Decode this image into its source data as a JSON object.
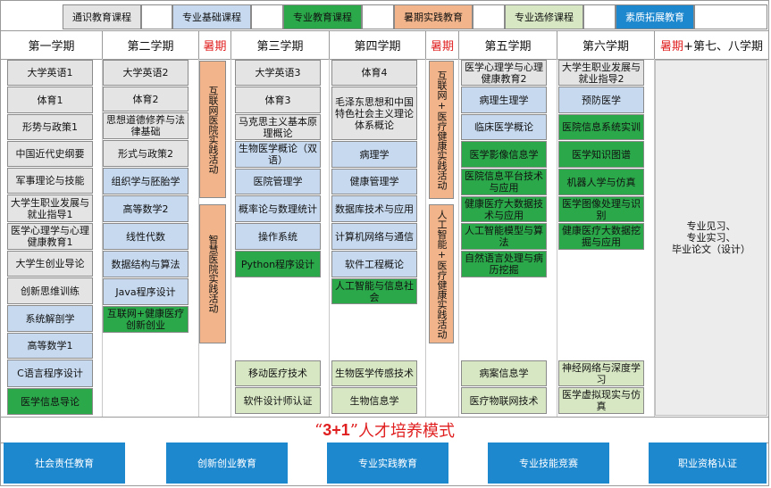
{
  "categories": [
    {
      "label": "通识教育课程"
    },
    {
      "label": "专业基础课程"
    },
    {
      "label": "专业教育课程"
    },
    {
      "label": "暑期实践教育"
    },
    {
      "label": "专业选修课程"
    },
    {
      "label": "素质拓展教育"
    }
  ],
  "semesters": {
    "s1": "第一学期",
    "s2": "第二学期",
    "summer1": "暑期",
    "s3": "第三学期",
    "s4": "第四学期",
    "summer2": "暑期",
    "s5": "第五学期",
    "s6": "第六学期",
    "s78_red": "暑期",
    "s78_rest": "+第七、八学期"
  },
  "col1": [
    "大学英语1",
    "体育1",
    "形势与政策1",
    "中国近代史纲要",
    "军事理论与技能",
    "大学生职业发展与就业指导1",
    "医学心理学与心理健康教育1",
    "大学生创业导论",
    "创新思维训练",
    "系统解剖学",
    "高等数学1",
    "C语言程序设计",
    "医学信息导论"
  ],
  "col2": [
    "大学英语2",
    "体育2",
    "思想道德修养与法律基础",
    "形式与政策2",
    "组织学与胚胎学",
    "高等数学2",
    "线性代数",
    "数据结构与算法",
    "Java程序设计",
    "互联网+健康医疗创新创业"
  ],
  "summerA": [
    "互联网医院实践活动",
    "智慧医院实践活动"
  ],
  "col3": [
    "大学英语3",
    "体育3",
    "马克思主义基本原理概论",
    "生物医学概论（双语）",
    "医院管理学",
    "概率论与数理统计",
    "操作系统",
    "Python程序设计",
    "移动医疗技术",
    "软件设计师认证"
  ],
  "col4": [
    "体育4",
    "毛泽东思想和中国特色社会主义理论体系概论",
    "病理学",
    "健康管理学",
    "数据库技术与应用",
    "计算机网络与通信",
    "软件工程概论",
    "人工智能与信息社会",
    "生物医学传感技术",
    "生物信息学"
  ],
  "summerB": [
    "互联网+医疗健康实践活动",
    "人工智能+医疗健康实践活动"
  ],
  "col5": [
    "医学心理学与心理健康教育2",
    "病理生理学",
    "临床医学概论",
    "医学影像信息学",
    "医院信息平台技术与应用",
    "健康医疗大数据技术与应用",
    "人工智能模型与算法",
    "自然语言处理与病历挖掘",
    "病案信息学",
    "医疗物联网技术"
  ],
  "col6": [
    "大学生职业发展与就业指导2",
    "预防医学",
    "医院信息系统实训",
    "医学知识图谱",
    "机器人学与仿真",
    "医学图像处理与识别",
    "健康医疗大数据挖掘与应用",
    "神经网络与深度学习",
    "医学虚拟现实与仿真"
  ],
  "col78": [
    "专业见习、",
    "专业实习、",
    "毕业论文（设计）"
  ],
  "slogan": {
    "quote_open": "“",
    "num": "3+1",
    "quote_close": "”",
    "rest": "人才培养模式"
  },
  "bottom": [
    "社会责任教育",
    "创新创业教育",
    "专业实践教育",
    "专业技能竞赛",
    "职业资格认证"
  ],
  "colors": {
    "gray": "#e4e4e4",
    "blue": "#c6d9ef",
    "green": "#2aa84a",
    "orange": "#f2b58b",
    "dark_blue": "#1e88cf",
    "light_green": "#d7e7c3",
    "red": "#e02020"
  }
}
